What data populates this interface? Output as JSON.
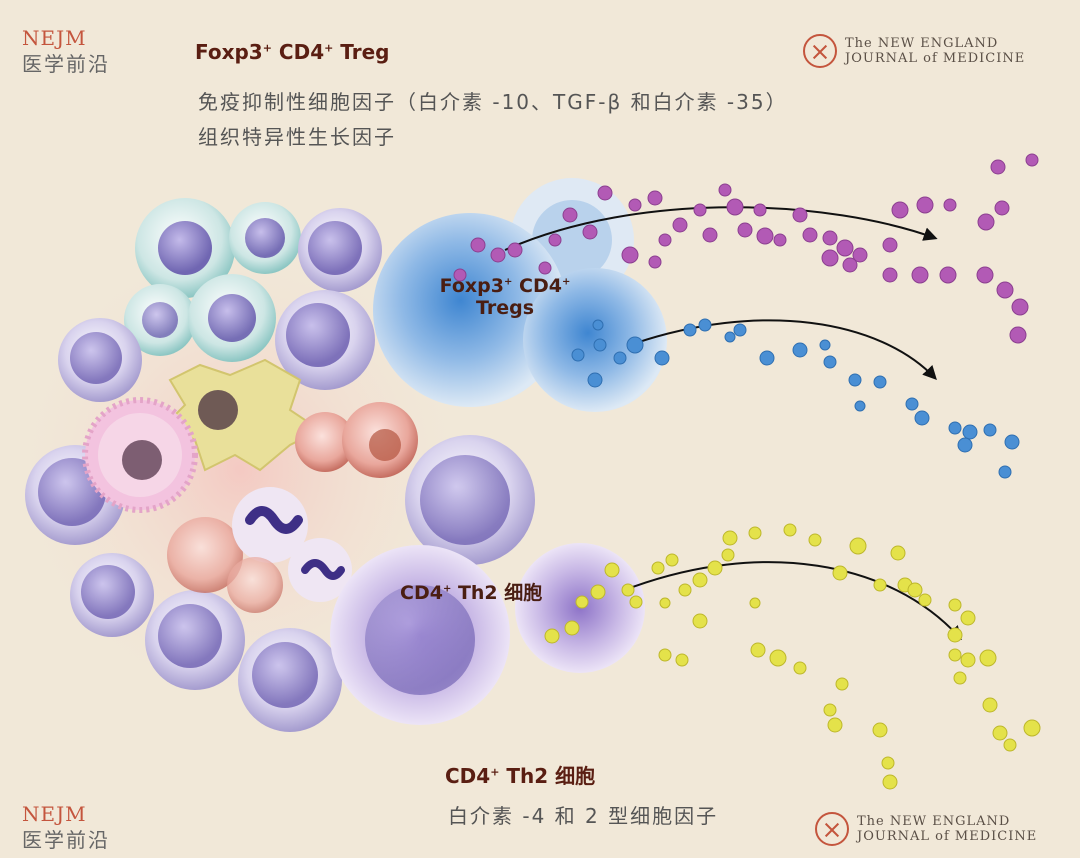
{
  "brand": {
    "nejm_cn_top": {
      "abbr": "NEJM",
      "cn": "医学前沿"
    },
    "nejm_cn_bottom": {
      "abbr": "NEJM",
      "cn": "医学前沿"
    },
    "ne_top": {
      "line1": "The NEW ENGLAND",
      "line2": "JOURNAL of MEDICINE"
    },
    "ne_bottom": {
      "line1": "The NEW ENGLAND",
      "line2": "JOURNAL of MEDICINE"
    }
  },
  "top_section": {
    "title_prefix": "Foxp3",
    "title_mid": " CD4",
    "title_suffix": " Treg",
    "line1": "免疫抑制性细胞因子（白介素 -10、TGF-β 和白介素 -35）",
    "line2": "组织特异性生长因子"
  },
  "treg_label": {
    "part1": "Foxp3",
    "part2": " CD4",
    "part3": "Tregs"
  },
  "th2_label": {
    "part1": "CD4",
    "part2": " Th2 细胞"
  },
  "bottom_section": {
    "title_prefix": "CD4",
    "title_suffix": " Th2 细胞",
    "line1": "白介素 -4 和 2 型细胞因子"
  },
  "colors": {
    "background": "#f1e8d8",
    "purple_dots": "#b25ab5",
    "blue_dots": "#4a8fd4",
    "yellow_dots": "#e4e24a",
    "treg_cell": "#4f8fd1",
    "th2_cell": "#8f72c6",
    "heading": "#5a1e12"
  }
}
